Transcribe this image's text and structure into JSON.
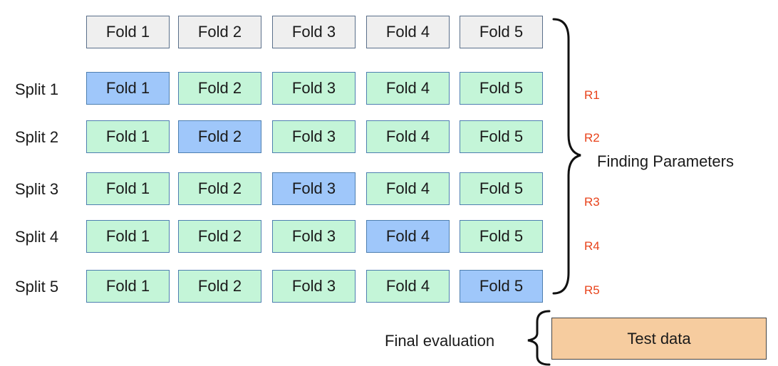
{
  "header_folds": [
    "Fold 1",
    "Fold 2",
    "Fold 3",
    "Fold 4",
    "Fold 5"
  ],
  "splits": [
    {
      "label": "Split 1",
      "folds": [
        "Fold 1",
        "Fold 2",
        "Fold 3",
        "Fold 4",
        "Fold 5"
      ],
      "validation_fold": 1
    },
    {
      "label": "Split 2",
      "folds": [
        "Fold 1",
        "Fold 2",
        "Fold 3",
        "Fold 4",
        "Fold 5"
      ],
      "validation_fold": 2
    },
    {
      "label": "Split 3",
      "folds": [
        "Fold 1",
        "Fold 2",
        "Fold 3",
        "Fold 4",
        "Fold 5"
      ],
      "validation_fold": 3
    },
    {
      "label": "Split 4",
      "folds": [
        "Fold 1",
        "Fold 2",
        "Fold 3",
        "Fold 4",
        "Fold 5"
      ],
      "validation_fold": 4
    },
    {
      "label": "Split 5",
      "folds": [
        "Fold 1",
        "Fold 2",
        "Fold 3",
        "Fold 4",
        "Fold 5"
      ],
      "validation_fold": 5
    }
  ],
  "results": [
    "R1",
    "R2",
    "R3",
    "R4",
    "R5"
  ],
  "brace_label": "Finding Parameters",
  "final_evaluation_label": "Final evaluation",
  "test_data_label": "Test data",
  "colors": {
    "header_fold": "#efefef",
    "training_fold": "#c4f5d8",
    "validation_fold": "#9fc7fa",
    "test_data": "#f6cc9f",
    "result_label": "#e8431b"
  }
}
